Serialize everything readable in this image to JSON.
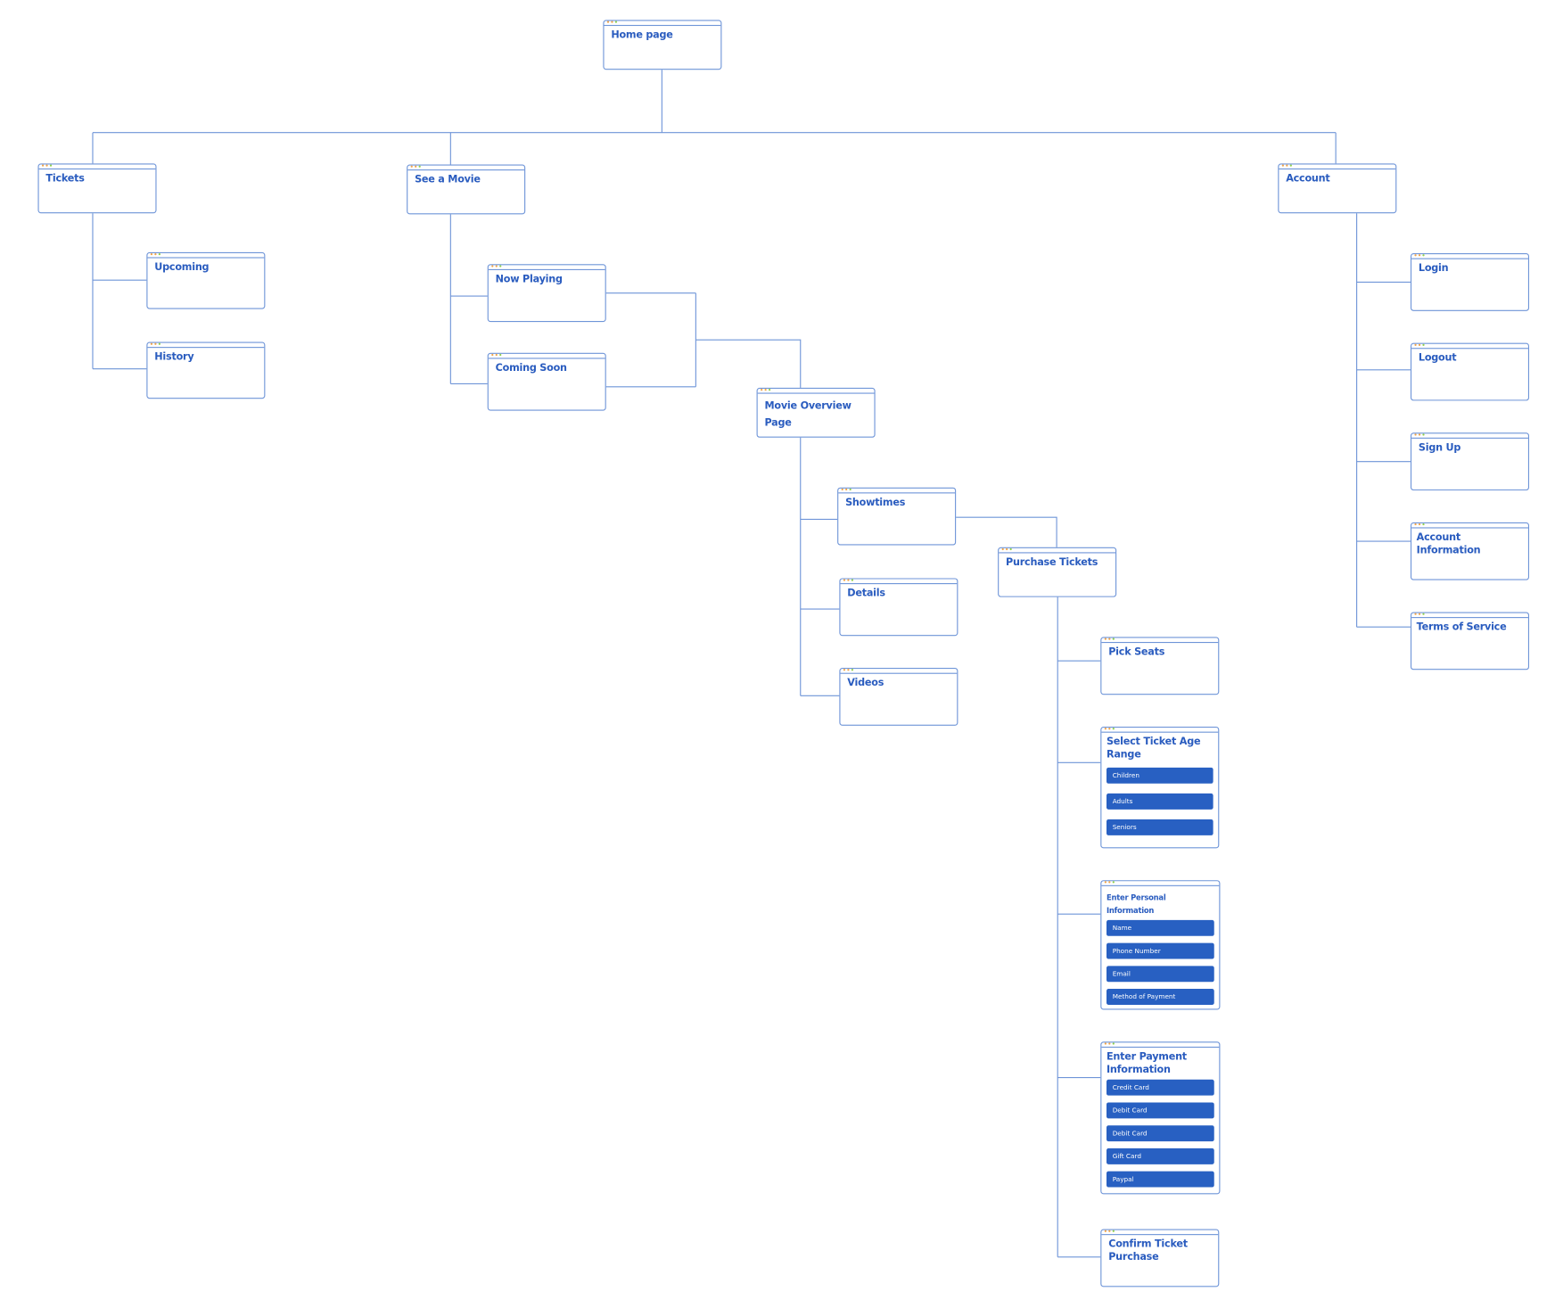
{
  "colors": {
    "line": "#6f95d8",
    "title": "#2a5cbf",
    "button": "#2860c2",
    "dots": [
      "#f0a44a",
      "#f0a44a",
      "#8fd14f"
    ]
  },
  "nodes": {
    "home": "Home page",
    "tickets": "Tickets",
    "see_movie": "See a Movie",
    "account": "Account",
    "upcoming": "Upcoming",
    "history": "History",
    "now_playing": "Now Playing",
    "coming_soon": "Coming Soon",
    "movie_overview": "Movie Overview Page",
    "showtimes": "Showtimes",
    "details": "Details",
    "videos": "Videos",
    "purchase": "Purchase Tickets",
    "pick_seats": "Pick Seats",
    "age_range": {
      "title": "Select Ticket Age Range",
      "options": [
        "Children",
        "Adults",
        "Seniors"
      ]
    },
    "personal": {
      "title": "Enter Personal Information",
      "fields": [
        "Name",
        "Phone Number",
        "Email",
        "Method of Payment"
      ]
    },
    "payment": {
      "title": "Enter Payment Information",
      "options": [
        "Credit Card",
        "Debit Card",
        "Debit Card",
        "Gift Card",
        "Paypal"
      ]
    },
    "confirm": "Confirm Ticket Purchase",
    "login": "Login",
    "logout": "Logout",
    "signup": "Sign Up",
    "account_info": "Account Information",
    "terms": "Terms of Service"
  }
}
